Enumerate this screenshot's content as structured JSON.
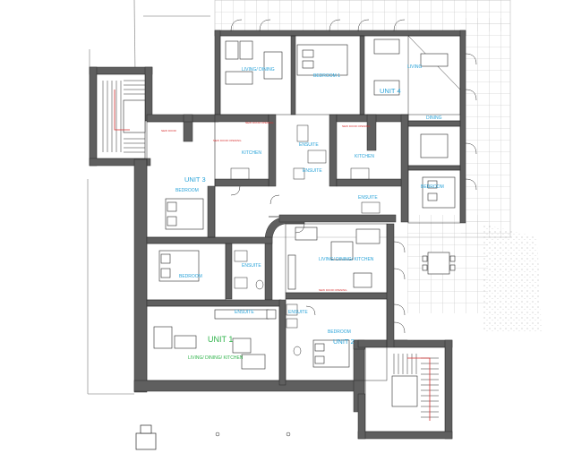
{
  "plan": {
    "units": {
      "unit1": "UNIT 1",
      "unit2": "UNIT 2",
      "unit3": "UNIT 3",
      "unit4": "UNIT 4"
    },
    "rooms": {
      "u4_living_dining": "LIVING/ DINING",
      "u4_bedroom1": "BEDROOM 1",
      "u4_living": "LIVING",
      "u4_dining": "DINING",
      "u4_bedroom": "BEDROOM",
      "kitchen_left": "KITCHEN",
      "kitchen_right": "KITCHEN",
      "ensuite_top": "ENSUITE",
      "ensuite_mid": "ENSUITE",
      "ensuite_right": "ENSUITE",
      "u3_bedroom": "BEDROOM",
      "u3_ensuite": "ENSUITE",
      "u1_bedroom": "BEDROOM",
      "u1_ensuite": "ENSUITE",
      "u2_living_dining_kitchen": "LIVING/ DINING/ KITCHEN",
      "u2_ensuite": "ENSUITE",
      "u2_bedroom": "BEDROOM",
      "u1_living_dining_kitchen": "LIVING/ DINING/ KITCHEN"
    },
    "notes": {
      "n1": "NEW DOOR",
      "n2": "NEW DOOR OPENING",
      "n3": "NEW DOOR OPENING",
      "n4": "NEW DOOR OPENING",
      "n5": "NEW DOOR OPENING"
    },
    "colors": {
      "wall": "#5f5f5f",
      "line": "#2b2b2b",
      "paving": "#bdbdbd",
      "unit_label": "#29a3d9",
      "unit_label_alt": "#2fb34a",
      "note": "#d63030"
    }
  }
}
